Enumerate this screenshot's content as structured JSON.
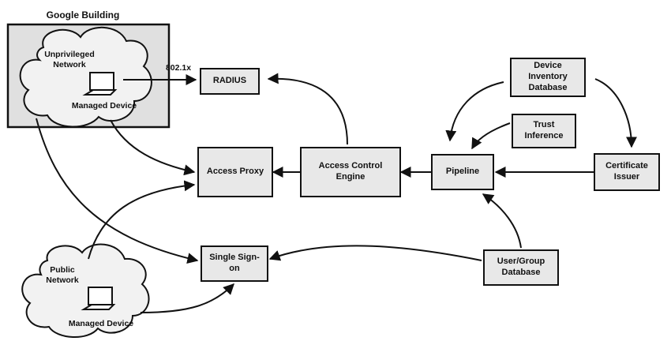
{
  "building": {
    "title": "Google Building",
    "network_label": "Unprivileged\nNetwork",
    "device_label": "Managed Device",
    "link_label": "802.1x"
  },
  "public": {
    "network_label": "Public\nNetwork",
    "device_label": "Managed Device"
  },
  "nodes": {
    "radius": "RADIUS",
    "access_proxy": "Access Proxy",
    "access_control_engine": "Access Control\nEngine",
    "pipeline": "Pipeline",
    "device_inventory_db": "Device\nInventory\nDatabase",
    "trust_inference": "Trust\nInference",
    "certificate_issuer": "Certificate\nIssuer",
    "single_sign_on": "Single Sign-\non",
    "user_group_db": "User/Group\nDatabase"
  },
  "colors": {
    "box_fill": "#e8e8e8",
    "stroke": "#111111",
    "background": "#ffffff"
  }
}
